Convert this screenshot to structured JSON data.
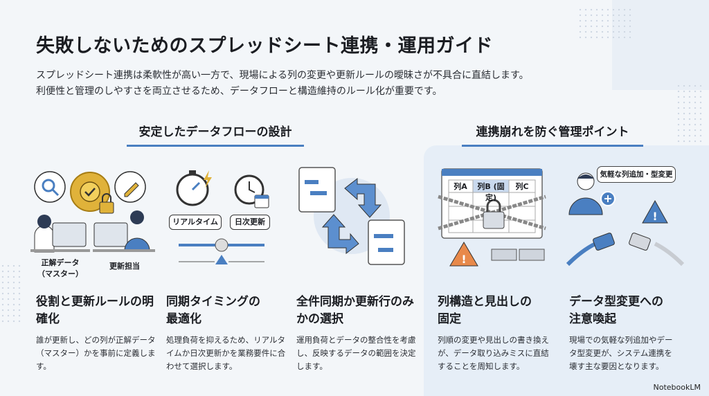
{
  "title": "失敗しないためのスプレッドシート連携・運用ガイド",
  "intro": [
    "スプレッドシート連携は柔軟性が高い一方で、現場による列の変更や更新ルールの曖昧さが不具合に直結します。",
    "利便性と管理のしやすさを両立させるため、データフローと構造維持のルール化が重要です。"
  ],
  "sections": {
    "left": "安定したデータフローの設計",
    "right": "連携崩れを防ぐ管理ポイント"
  },
  "illustrations": {
    "roles": {
      "master": "正解データ\n（マスター）",
      "updater": "更新担当"
    },
    "timing": {
      "realtime": "リアルタイム",
      "daily": "日次更新"
    },
    "columns": {
      "a": "列A",
      "b": "列B (固定)",
      "c": "列C"
    },
    "speech": "気軽な列追加・型変更"
  },
  "cards": [
    {
      "title": "役割と更新ルールの明確化",
      "body": "誰が更新し、どの列が正解データ（マスター）かを事前に定義します。"
    },
    {
      "title": "同期タイミングの最適化",
      "body": "処理負荷を抑えるため、リアルタイムか日次更新かを業務要件に合わせて選択します。"
    },
    {
      "title": "全件同期か更新行のみかの選択",
      "body": "運用負荷とデータの整合性を考慮し、反映するデータの範囲を決定します。"
    },
    {
      "title": "列構造と見出しの固定",
      "body": "列順の変更や見出しの書き換えが、データ取り込みミスに直結することを周知します。"
    },
    {
      "title": "データ型変更への注意喚起",
      "body": "現場での気軽な列追加やデータ型変更が、システム連携を壊す主な要因となります。"
    }
  ],
  "brand": "NotebookLM",
  "colors": {
    "accent": "#4a7fc1",
    "warning": "#e8894a",
    "panel": "#e6eef7"
  }
}
